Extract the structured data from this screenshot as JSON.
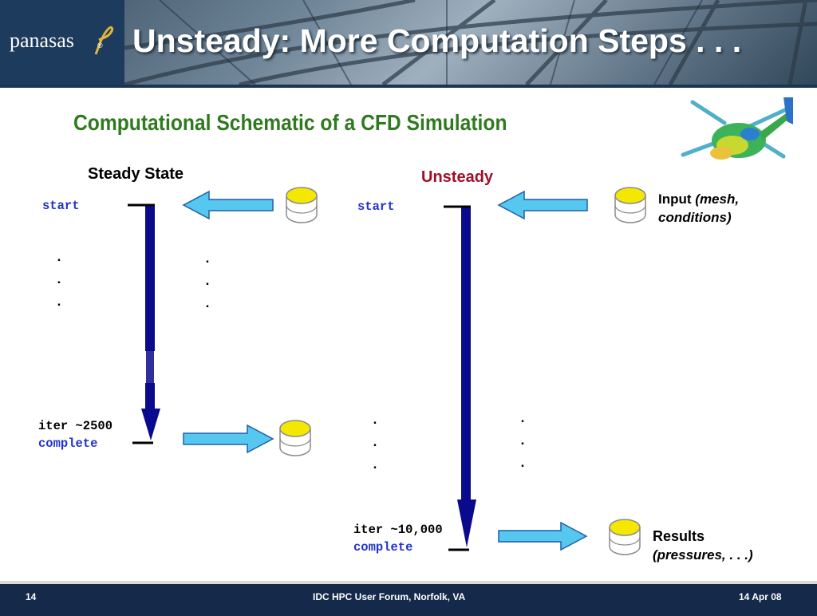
{
  "slide": {
    "logo": "panasas",
    "logo_mark": "®",
    "title": "Unsteady: More Computation Steps . . .",
    "subtitle": "Computational Schematic of a CFD Simulation"
  },
  "steady": {
    "heading": "Steady State",
    "start": "start",
    "iter": "iter ~2500",
    "complete": "complete",
    "dots": [
      ".",
      ".",
      "."
    ]
  },
  "unsteady": {
    "heading": "Unsteady",
    "start": "start",
    "iter": "iter ~10,000",
    "complete": "complete",
    "dots": [
      ".",
      ".",
      "."
    ]
  },
  "input": {
    "label": "Input",
    "detail_1": "(mesh,",
    "detail_2": "conditions)"
  },
  "results": {
    "label": "Results",
    "detail": "(pressures, . . .)"
  },
  "footer": {
    "page": "14",
    "event": "IDC HPC User Forum, Norfolk, VA",
    "date": "14 Apr 08"
  },
  "colors": {
    "title_text": "#ffffff",
    "subtitle_text": "#2f7a1e",
    "unsteady_heading": "#a0102a",
    "code_keyword": "#2233cc",
    "timeline_bar": "#0a0a8c",
    "arrow_fill": "#56c8f0",
    "storage_cap": "#f5e800",
    "footer_bg": "#15294a"
  },
  "icons": [
    "panasas-logo-icon",
    "helicopter-cfd-icon",
    "database-icon",
    "arrow-left-icon",
    "arrow-right-icon",
    "arrow-down-icon"
  ]
}
